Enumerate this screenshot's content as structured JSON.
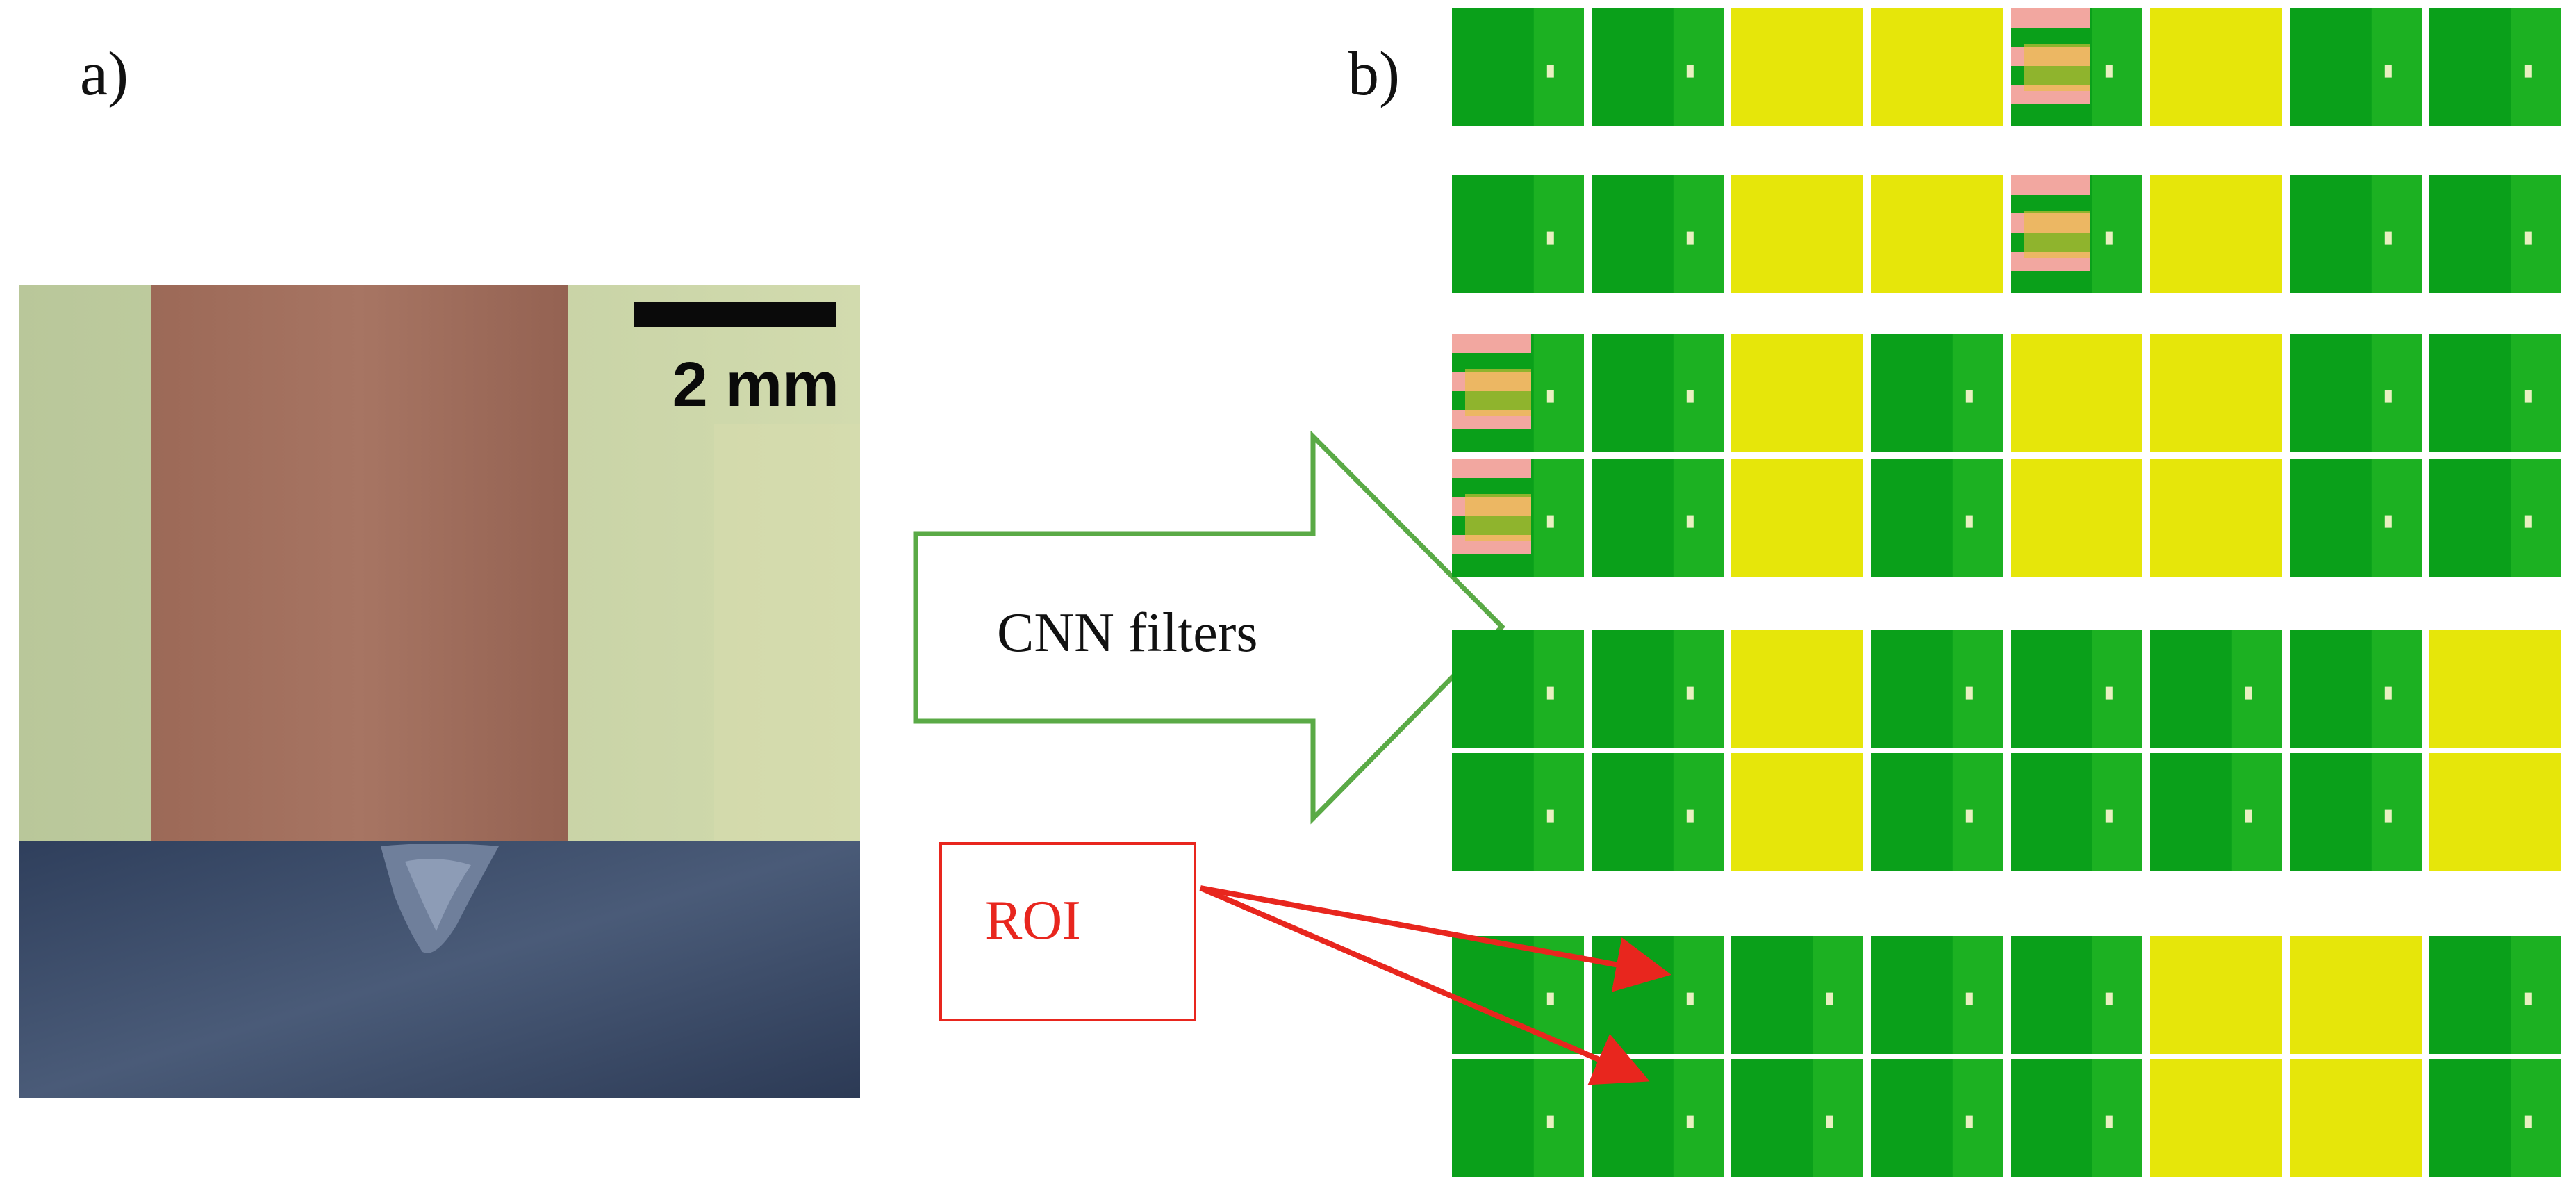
{
  "panel_a": {
    "label": "a)",
    "scale_bar_text": "2 mm"
  },
  "panel_b": {
    "label": "b)"
  },
  "arrow": {
    "label": "CNN filters",
    "color": "#5aaa46"
  },
  "roi": {
    "label": "ROI",
    "color": "#e8261e"
  },
  "colors": {
    "green": "#0aa01a",
    "yellow": "#e6e60a",
    "pink": "#f2a7a0",
    "photo_tan": "#c9d2a2",
    "photo_copper": "#a3705c",
    "photo_metal": "#3c4f6f"
  },
  "grid": [
    [
      "G",
      "G",
      "Y",
      "Y",
      "P",
      "Y",
      "G",
      "G"
    ],
    [
      "G",
      "G",
      "Y",
      "Y",
      "P",
      "Y",
      "G",
      "G"
    ],
    [
      "P",
      "G",
      "Y",
      "G",
      "Y",
      "Y",
      "G",
      "G"
    ],
    [
      "P",
      "G",
      "Y",
      "G",
      "Y",
      "Y",
      "G",
      "G"
    ],
    [
      "G",
      "G",
      "Y",
      "G",
      "G",
      "G",
      "G",
      "Y"
    ],
    [
      "G",
      "G",
      "Y",
      "G",
      "G",
      "G",
      "G",
      "Y"
    ],
    [
      "G",
      "G",
      "G",
      "G",
      "G",
      "Y",
      "Y",
      "G"
    ],
    [
      "G",
      "G",
      "G",
      "G",
      "G",
      "Y",
      "Y",
      "G"
    ]
  ]
}
